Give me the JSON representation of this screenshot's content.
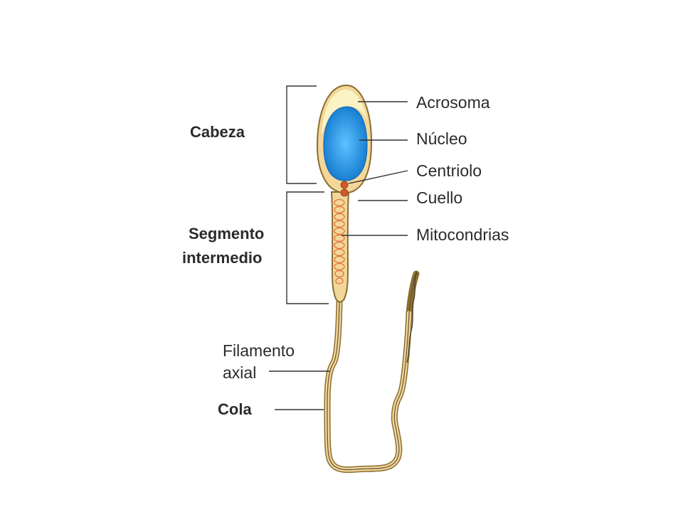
{
  "labels": {
    "acrosoma": "Acrosoma",
    "nucleo": "Núcleo",
    "centriolo": "Centriolo",
    "cuello": "Cuello",
    "mitocondrias": "Mitocondrias",
    "cabeza": "Cabeza",
    "segmento_line1": "Segmento",
    "segmento_line2": "intermedio",
    "filamento_line1": "Filamento",
    "filamento_line2": "axial",
    "cola": "Cola"
  },
  "colors": {
    "cell_body": "#f3d79a",
    "cell_outline": "#8a6d2e",
    "acrosome": "#fbf3c4",
    "nucleus": "#1f8fe0",
    "nucleus_highlight": "#3fb0f5",
    "centriole": "#d2582a",
    "mitochondria": "#e0743c",
    "axial_filament": "#6b5a3a"
  }
}
